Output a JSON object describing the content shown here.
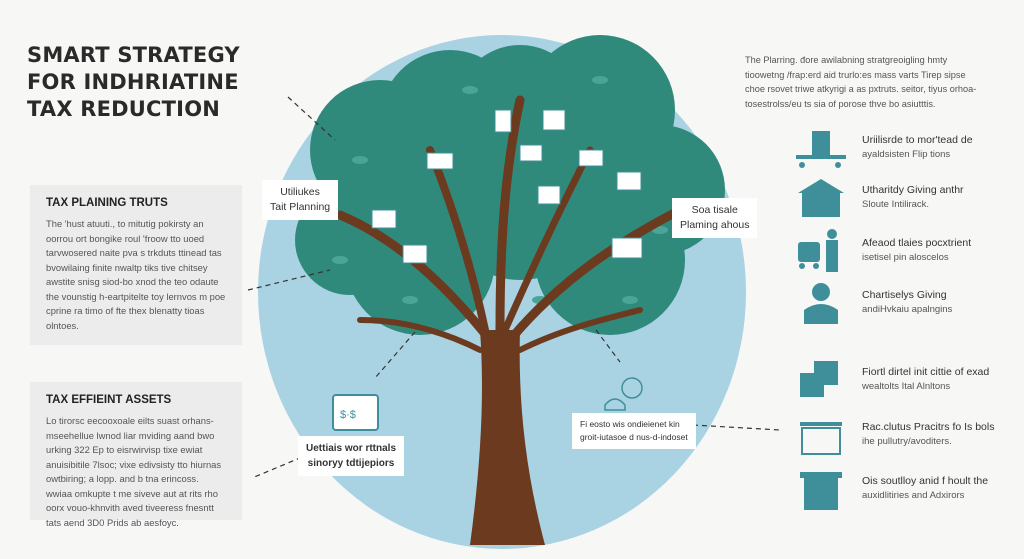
{
  "title": [
    "SMART STRATEGY",
    "FOR INDHRIATINE",
    "TAX REDUCTION"
  ],
  "panels": [
    {
      "heading": "TAX PLAINING TRUTS",
      "body": "The 'hust atuuti., to mitutig pokirsty an oorrou ort bongike roul 'froow tto uoed tarvwosered naite pva s trkduts ttinead tas bvowilaing finite nwaltp tiks tive chitsey awstite snisg siod-bo xnod the teo odaute the vounstig h-eartpitelte toy lernvos m poe cprine ra timo of fte thex blenatty tioas olntoes."
    },
    {
      "heading": "TAX EFFIEINT ASSETS",
      "body": "Lo tirorsc eecooxoale eilts suast orhans-mseehellue lwnod liar mviding aand bwo urking 322 Ep to eisrwirvisp tixe ewiat anuisibitile 7lsoc; vixe edivsisty tto hiurnas owtbiring; a lopp. and b tna erincoss. wwiaa omkupte t me siveve aut at rits rho oorx vouo-khnvith aved tiveeress fnesntt tats aend 3D0 Prids ab aesfoyc."
    }
  ],
  "intro": "The Plarring. đore awilabning stratgreoigling hmty tioowetng /frap:erd aid trurlo:es mass varts Tirep sipse choe rsovet triwe atkyrigi a as pxtruts. seitor, tiyus orhoa-tosestrolss/eu ts sia of porose thve bo asiutttis.",
  "tree_labels": {
    "top_left": [
      "Utiliukes",
      "Tait Planning"
    ],
    "top_right": [
      "Soa tisale",
      "Plaming ahous"
    ],
    "bottom_left": [
      "Uettiais wor rttnals",
      "sinoryy tdtijepiors"
    ],
    "bottom_right": [
      "Fi eosto wis ondieienet kin",
      "groit-iutasoe d nus-d-indoset"
    ]
  },
  "items": [
    {
      "icon": "building-icon",
      "t1": "Uriilisrde to mor'tead de",
      "t2": "ayaldsisten Flip tions"
    },
    {
      "icon": "house-gift-icon",
      "t1": "Utharitdy Giving anthr",
      "t2": "Sloute Intilirack."
    },
    {
      "icon": "person-cart-icon",
      "t1": "Afeaod tlaies pocxtrient",
      "t2": "isetisel pin aloscelos"
    },
    {
      "icon": "businessman-icon",
      "t1": "Chartiselys Giving",
      "t2": "andiHvkaiu apalngins"
    },
    {
      "icon": "dollar-bills-icon",
      "t1": "Fiortl dirtel init cittie of exad",
      "t2": "wealtolts Ital Alnltons"
    },
    {
      "icon": "briefcase-dollar-icon",
      "t1": "Rac.clutus Pracitrs fo Is bols",
      "t2": "ihe pullutry/avoditers."
    },
    {
      "icon": "archive-box-icon",
      "t1": "Ois soutlloy anid f hoult the",
      "t2": "auxidlitiries and Adxirors"
    }
  ],
  "colors": {
    "teal": "#3f8f9b",
    "foliage": "#2f8a7c",
    "trunk": "#6b3a1f",
    "circle": "#a9d3e3"
  }
}
